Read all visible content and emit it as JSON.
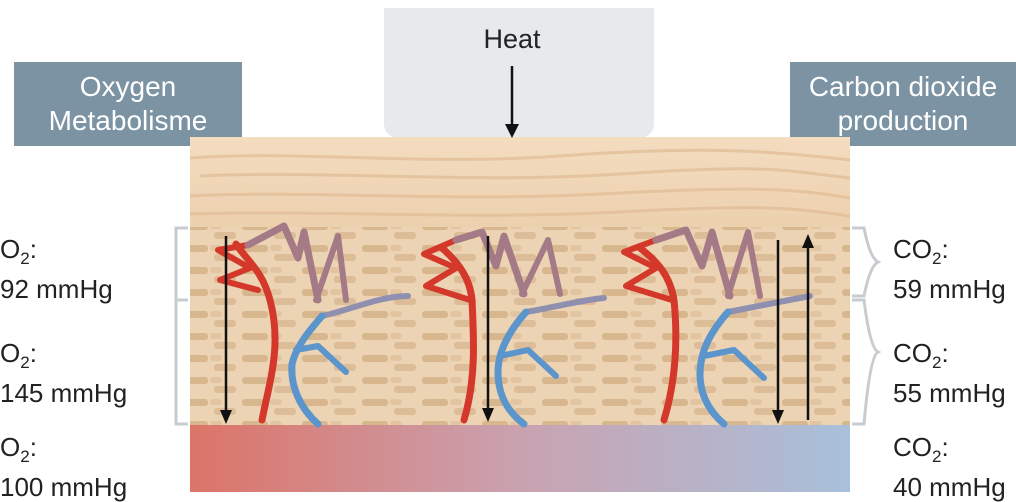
{
  "heat_label": "Heat",
  "left_box": {
    "line1": "Oxygen",
    "line2": "Metabolisme"
  },
  "right_box": {
    "line1": "Carbon dioxide",
    "line2": "production"
  },
  "left_values": [
    {
      "gas": "O",
      "sub": "2",
      "suffix": ":",
      "value": "92 mmHg"
    },
    {
      "gas": "O",
      "sub": "2",
      "suffix": ":",
      "value": "145 mmHg"
    },
    {
      "gas": "O",
      "sub": "2",
      "suffix": ":",
      "value": "100 mmHg"
    }
  ],
  "right_values": [
    {
      "gas": "CO",
      "sub": "2",
      "suffix": ":",
      "value": "59 mmHg"
    },
    {
      "gas": "CO",
      "sub": "2",
      "suffix": ":",
      "value": "55 mmHg"
    },
    {
      "gas": "CO",
      "sub": "2",
      "suffix": ":",
      "value": "40 mmHg"
    }
  ],
  "colors": {
    "box_fill": "#7b93a3",
    "artery": "#d4382a",
    "vein": "#5b95cc",
    "capillary": "#a47a86",
    "skin_top": "#f2d6b6",
    "blood_left": "#dc7468",
    "blood_right": "#a8c0db"
  }
}
